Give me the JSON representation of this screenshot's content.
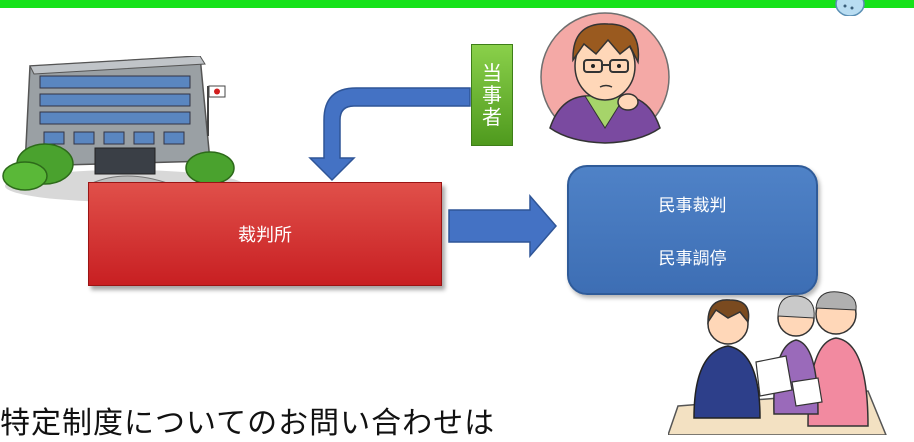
{
  "party": {
    "chars": [
      "当",
      "事",
      "者"
    ]
  },
  "court": {
    "label": "裁判所"
  },
  "cases": {
    "items": [
      "民事裁判",
      "民事調停"
    ]
  },
  "footer": {
    "text": "特定制度についてのお問い合わせは"
  },
  "colors": {
    "top_rule": "#16e21a",
    "court_fill": "#d0282a",
    "case_fill": "#4a7bc0",
    "arrow_fill": "#4472c4",
    "party_fill": "#70b038"
  },
  "icons": [
    "courthouse-illustration",
    "thinking-man-illustration",
    "meeting-illustration",
    "mascot-illustration"
  ]
}
